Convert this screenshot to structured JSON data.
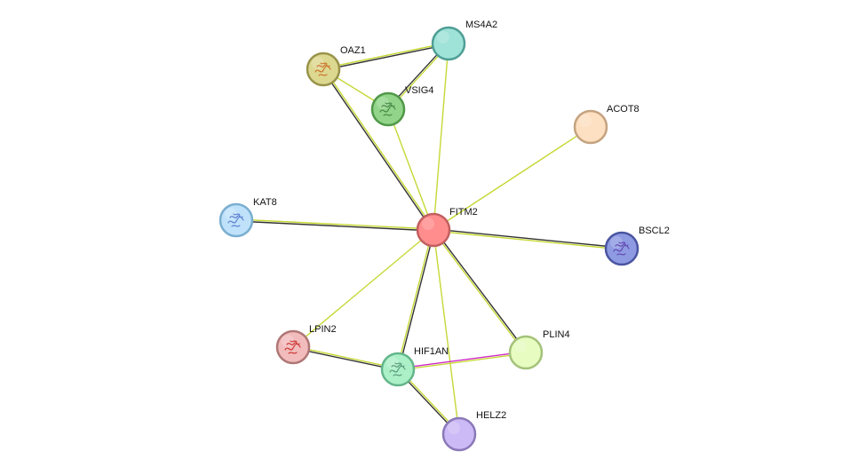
{
  "network": {
    "center_protein": "FITM2",
    "nodes": [
      {
        "id": "FITM2",
        "label": "FITM2",
        "fill": "#ff8d8d",
        "stroke": "#c25f5f",
        "structure": false
      },
      {
        "id": "MS4A2",
        "label": "MS4A2",
        "fill": "#9ee2d8",
        "stroke": "#4f9e95",
        "structure": false
      },
      {
        "id": "OAZ1",
        "label": "OAZ1",
        "fill": "#ddd890",
        "stroke": "#99934a",
        "structure": true,
        "structure_color": "#c8601a"
      },
      {
        "id": "VSIG4",
        "label": "VSIG4",
        "fill": "#92d58a",
        "stroke": "#4f9848",
        "structure": true,
        "structure_color": "#3a7a3a"
      },
      {
        "id": "ACOT8",
        "label": "ACOT8",
        "fill": "#fde0c2",
        "stroke": "#c4a27f",
        "structure": false
      },
      {
        "id": "KAT8",
        "label": "KAT8",
        "fill": "#bfe2fa",
        "stroke": "#7aaed0",
        "structure": true,
        "structure_color": "#4a6cc8"
      },
      {
        "id": "BSCL2",
        "label": "BSCL2",
        "fill": "#8e9ae2",
        "stroke": "#4a55a0",
        "structure": true,
        "structure_color": "#5a3aa8"
      },
      {
        "id": "LPIN2",
        "label": "LPIN2",
        "fill": "#f2bcbc",
        "stroke": "#b07676",
        "structure": true,
        "structure_color": "#c81a1a"
      },
      {
        "id": "HIF1AN",
        "label": "HIF1AN",
        "fill": "#acf0c8",
        "stroke": "#64b58a",
        "structure": true,
        "structure_color": "#4a8a6a"
      },
      {
        "id": "PLIN4",
        "label": "PLIN4",
        "fill": "#e6fcc0",
        "stroke": "#a4c27a",
        "structure": false
      },
      {
        "id": "HELZ2",
        "label": "HELZ2",
        "fill": "#ccbaf6",
        "stroke": "#8a78b8",
        "structure": false
      }
    ],
    "edges": [
      {
        "source": "OAZ1",
        "target": "FITM2",
        "types": [
          "textmining",
          "coexpression"
        ]
      },
      {
        "source": "OAZ1",
        "target": "MS4A2",
        "types": [
          "textmining",
          "coexpression"
        ]
      },
      {
        "source": "OAZ1",
        "target": "VSIG4",
        "types": [
          "textmining"
        ]
      },
      {
        "source": "MS4A2",
        "target": "VSIG4",
        "types": [
          "textmining",
          "coexpression"
        ]
      },
      {
        "source": "MS4A2",
        "target": "FITM2",
        "types": [
          "textmining"
        ]
      },
      {
        "source": "VSIG4",
        "target": "FITM2",
        "types": [
          "textmining"
        ]
      },
      {
        "source": "ACOT8",
        "target": "FITM2",
        "types": [
          "textmining"
        ]
      },
      {
        "source": "KAT8",
        "target": "FITM2",
        "types": [
          "textmining",
          "coexpression"
        ]
      },
      {
        "source": "BSCL2",
        "target": "FITM2",
        "types": [
          "textmining",
          "coexpression"
        ]
      },
      {
        "source": "LPIN2",
        "target": "FITM2",
        "types": [
          "textmining"
        ]
      },
      {
        "source": "HIF1AN",
        "target": "FITM2",
        "types": [
          "textmining",
          "coexpression"
        ]
      },
      {
        "source": "PLIN4",
        "target": "FITM2",
        "types": [
          "textmining",
          "coexpression"
        ]
      },
      {
        "source": "HELZ2",
        "target": "FITM2",
        "types": [
          "textmining"
        ]
      },
      {
        "source": "LPIN2",
        "target": "HIF1AN",
        "types": [
          "textmining",
          "coexpression"
        ]
      },
      {
        "source": "HIF1AN",
        "target": "PLIN4",
        "types": [
          "experiments",
          "textmining"
        ]
      },
      {
        "source": "HIF1AN",
        "target": "HELZ2",
        "types": [
          "textmining",
          "coexpression"
        ]
      }
    ],
    "edge_colors": {
      "textmining": "#c6d836",
      "coexpression": "#333333",
      "experiments": "#d028c8"
    }
  }
}
